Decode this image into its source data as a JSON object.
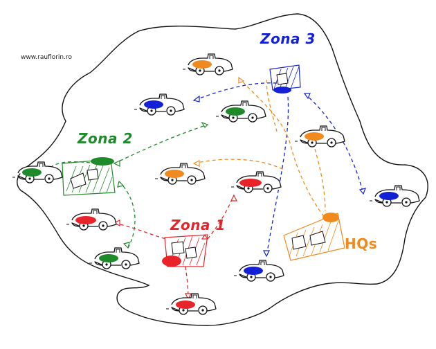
{
  "watermark": "www.rauflorin.ro",
  "labels": {
    "zona1": "Zona 1",
    "zona2": "Zona 2",
    "zona3": "Zona 3",
    "hqs": "HQs"
  },
  "colors": {
    "zona1": "#e8242a",
    "zona2": "#1f8a2a",
    "zona3": "#1420d6",
    "hqs": "#f08a1e",
    "outline": "#111111"
  }
}
